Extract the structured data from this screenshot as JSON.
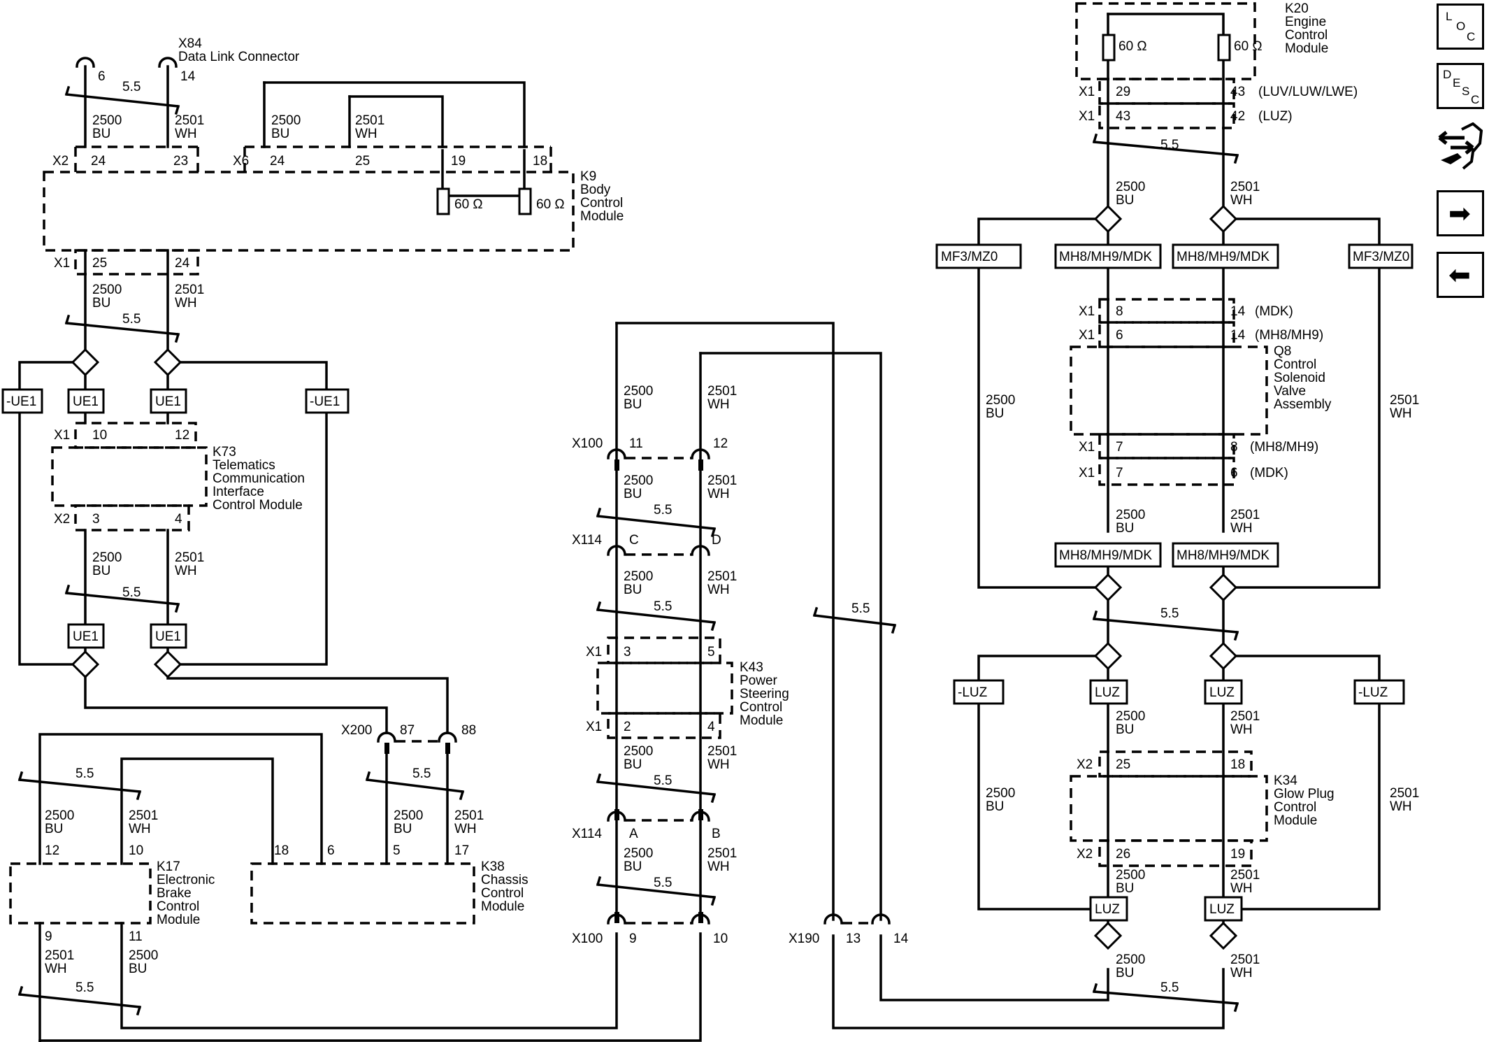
{
  "nav": {
    "loc_letters": [
      "L",
      "O",
      "C"
    ],
    "desc_letters": [
      "D",
      "E",
      "S",
      "C"
    ],
    "next_glyph": "➡",
    "prev_glyph": "⬅"
  },
  "wire": {
    "bu": "2500\nBU",
    "wh": "2501\nWH",
    "twist": "5.5",
    "res": "60 Ω"
  },
  "components": {
    "x84": "X84\nData Link Connector",
    "k9": "K9\nBody\nControl\nModule",
    "k73": "K73\nTelematics\nCommunication\nInterface\nControl Module",
    "k17": "K17\nElectronic\nBrake\nControl\nModule",
    "k38": "K38\nChassis\nControl\nModule",
    "k43": "K43\nPower\nSteering\nControl\nModule",
    "k20": "K20\nEngine\nControl\nModule",
    "q8": "Q8\nControl\nSolenoid\nValve\nAssembly",
    "k34": "K34\nGlow Plug\nControl\nModule"
  },
  "connectors": {
    "x1": "X1",
    "x2": "X2",
    "x6": "X6",
    "x100": "X100",
    "x114": "X114",
    "x190": "X190",
    "x200": "X200"
  },
  "options": {
    "ue1": "UE1",
    "not_ue1": "-UE1",
    "mf3": "MF3/MZ0",
    "mh8": "MH8/MH9/MDK",
    "luz": "LUZ",
    "not_luz": "-LUZ"
  },
  "variants": {
    "luv": "(LUV/LUW/LWE)",
    "luz": "(LUZ)",
    "mdk": "(MDK)",
    "mh8": "(MH8/MH9)"
  },
  "pins": {
    "x84_a": "6",
    "x84_b": "14",
    "k9_x2_a": "24",
    "k9_x2_b": "23",
    "k9_x6_a": "24",
    "k9_x6_b": "25",
    "k9_x6_c": "19",
    "k9_x6_d": "18",
    "k9_x1_a": "25",
    "k9_x1_b": "24",
    "k73_x1_a": "10",
    "k73_x1_b": "12",
    "k73_x2_a": "3",
    "k73_x2_b": "4",
    "x200_a": "87",
    "x200_b": "88",
    "k17_a": "12",
    "k17_b": "10",
    "k17_c": "9",
    "k17_d": "11",
    "k38_a": "18",
    "k38_b": "6",
    "k38_c": "5",
    "k38_d": "17",
    "x100_a": "11",
    "x100_b": "12",
    "x100_c": "9",
    "x100_d": "10",
    "x114_a": "C",
    "x114_b": "D",
    "x114_c": "A",
    "x114_d": "B",
    "k43_x1_a": "3",
    "k43_x1_b": "5",
    "k43_x1_c": "2",
    "k43_x1_d": "4",
    "x190_a": "13",
    "x190_b": "14",
    "k20_a1": "29",
    "k20_a2": "43",
    "k20_b1": "43",
    "k20_b2": "42",
    "q8_a1": "8",
    "q8_a2": "14",
    "q8_b1": "6",
    "q8_b2": "14",
    "q8_c1": "7",
    "q8_c2": "8",
    "q8_d1": "7",
    "q8_d2": "6",
    "k34_a": "25",
    "k34_b": "18",
    "k34_c": "26",
    "k34_d": "19"
  }
}
